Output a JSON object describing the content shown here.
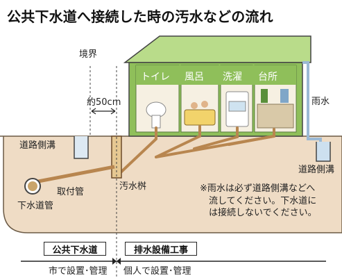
{
  "title": "公共下水道へ接続した時の汚水などの流れ",
  "labels": {
    "boundary": "境界",
    "distance": "約50cm",
    "rainwater": "雨水",
    "road_ditch_left": "道路側溝",
    "road_ditch_right": "道路側溝",
    "intake_pipe": "取付管",
    "sewer_pipe": "下水道管",
    "sewage_basin": "汚水桝"
  },
  "rooms": [
    "トイレ",
    "風呂",
    "洗濯",
    "台所"
  ],
  "note": {
    "lines": [
      "※雨水は必ず道路側溝などへ",
      "流してください。下水道に",
      "は接続しないでください。"
    ]
  },
  "bottom": {
    "public_sewer": "公共下水道",
    "drainage_work": "排水設備工事",
    "city_managed": "市で設置･管理",
    "private_managed": "個人で設置･管理"
  },
  "colors": {
    "soil": "#efdcc5",
    "roof": "#b9dc8a",
    "wall": "#8fbf5a",
    "pipe": "#b8864f"
  }
}
